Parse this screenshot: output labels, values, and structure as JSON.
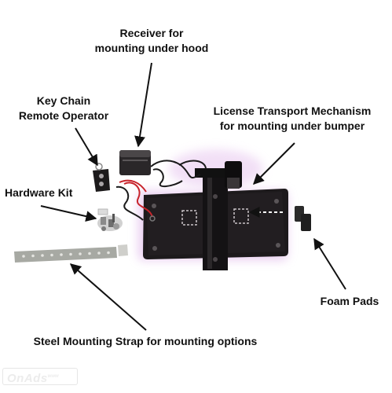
{
  "labels": {
    "receiver": [
      "Receiver for",
      "mounting under hood"
    ],
    "key_chain": [
      "Key Chain",
      "Remote Operator"
    ],
    "license_transport": [
      "License Transport Mechanism",
      "for mounting under bumper"
    ],
    "hardware_kit": "Hardware Kit",
    "foam_pads": "Foam Pads",
    "steel_strap": "Steel Mounting Strap for mounting options"
  },
  "watermark": {
    "text": "OnAds",
    "suffix": "www"
  },
  "colors": {
    "plate": "#1d1a1c",
    "bracket": "#141214",
    "glow": "#d9a8e6",
    "strap": "#a7a9a3",
    "wire_red": "#c8242b",
    "wire_black": "#1a1a1a",
    "foam": "#2a2a2a",
    "label": "#111111"
  }
}
